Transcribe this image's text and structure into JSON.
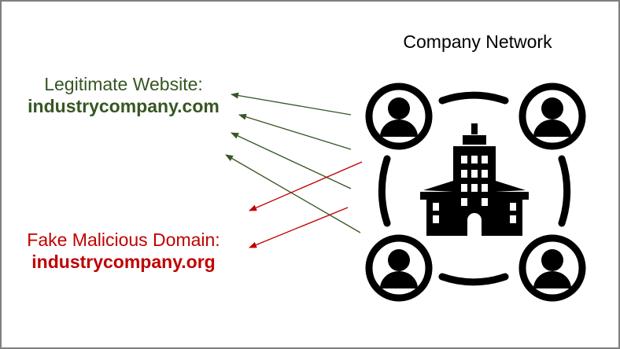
{
  "network": {
    "title": "Company Network"
  },
  "legitimate": {
    "label": "Legitimate Website:",
    "domain": "industrycompany.com",
    "color": "#375623"
  },
  "fake": {
    "label": "Fake Malicious Domain:",
    "domain": "industrycompany.org",
    "color": "#c00000"
  },
  "icons": {
    "center": "office-building-icon",
    "users": "user-avatar-icon"
  }
}
